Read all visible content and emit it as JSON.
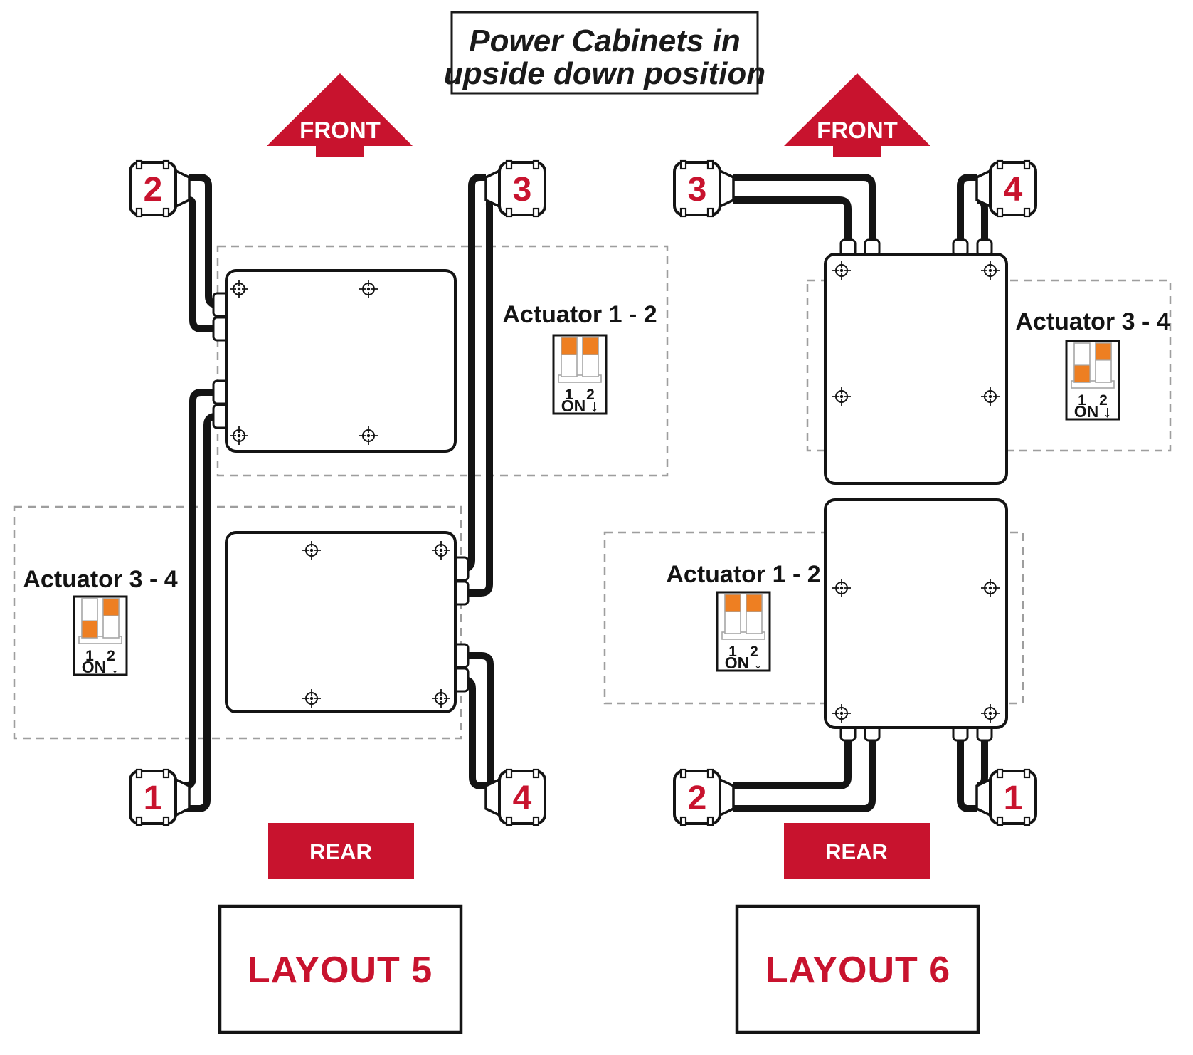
{
  "title": {
    "line1": "Power Cabinets in",
    "line2": "upside down position"
  },
  "labels": {
    "front": "FRONT",
    "rear": "REAR"
  },
  "colors": {
    "red": "#C8132E",
    "orange": "#EE7F22",
    "line": "#141414",
    "dash": "#9E9E9E"
  },
  "layout5": {
    "name": "LAYOUT 5",
    "connectors": {
      "top_left": "2",
      "top_right": "3",
      "bottom_left": "1",
      "bottom_right": "4"
    },
    "actuator_upper": {
      "label": "Actuator 1 - 2",
      "pin1": "1",
      "pin2": "2",
      "on": "ON ↓",
      "states": [
        "up",
        "up"
      ]
    },
    "actuator_lower": {
      "label": "Actuator 3 - 4",
      "pin1": "1",
      "pin2": "2",
      "on": "ON ↓",
      "states": [
        "down",
        "up"
      ]
    }
  },
  "layout6": {
    "name": "LAYOUT 6",
    "connectors": {
      "top_left": "3",
      "top_right": "4",
      "bottom_left": "2",
      "bottom_right": "1"
    },
    "actuator_upper": {
      "label": "Actuator 3 - 4",
      "pin1": "1",
      "pin2": "2",
      "on": "ON ↓",
      "states": [
        "down",
        "up"
      ]
    },
    "actuator_lower": {
      "label": "Actuator 1 - 2",
      "pin1": "1",
      "pin2": "2",
      "on": "ON ↓",
      "states": [
        "up",
        "up"
      ]
    }
  }
}
